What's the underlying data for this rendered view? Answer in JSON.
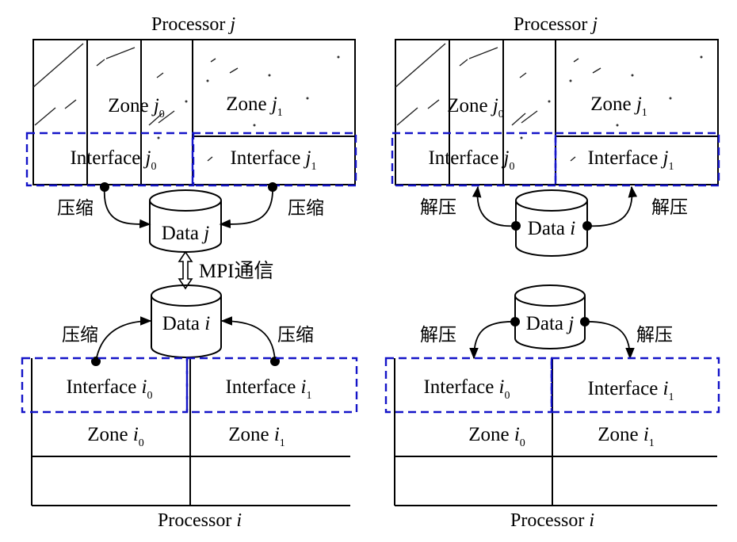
{
  "left": {
    "processor_top": {
      "name": "Processor",
      "var": "j"
    },
    "zone_j0": {
      "name": "Zone",
      "var": "j",
      "sub": "0"
    },
    "zone_j1": {
      "name": "Zone",
      "var": "j",
      "sub": "1"
    },
    "iface_j0": {
      "name": "Interface",
      "var": "j",
      "sub": "0"
    },
    "iface_j1": {
      "name": "Interface",
      "var": "j",
      "sub": "1"
    },
    "compress_labels": [
      "压缩",
      "压缩",
      "压缩",
      "压缩"
    ],
    "data_top": {
      "name": "Data",
      "var": "j"
    },
    "mpi_label": "MPI通信",
    "data_bottom": {
      "name": "Data",
      "var": "i"
    },
    "iface_i0": {
      "name": "Interface",
      "var": "i",
      "sub": "0"
    },
    "iface_i1": {
      "name": "Interface",
      "var": "i",
      "sub": "1"
    },
    "zone_i0": {
      "name": "Zone",
      "var": "i",
      "sub": "0"
    },
    "zone_i1": {
      "name": "Zone",
      "var": "i",
      "sub": "1"
    },
    "processor_bottom": {
      "name": "Processor",
      "var": "i"
    }
  },
  "right": {
    "processor_top": {
      "name": "Processor",
      "var": "j"
    },
    "zone_j0": {
      "name": "Zone",
      "var": "j",
      "sub": "0"
    },
    "zone_j1": {
      "name": "Zone",
      "var": "j",
      "sub": "1"
    },
    "iface_j0": {
      "name": "Interface",
      "var": "j",
      "sub": "0"
    },
    "iface_j1": {
      "name": "Interface",
      "var": "j",
      "sub": "1"
    },
    "decompress_labels": [
      "解压",
      "解压",
      "解压",
      "解压"
    ],
    "data_top": {
      "name": "Data",
      "var": "i"
    },
    "data_bottom": {
      "name": "Data",
      "var": "j"
    },
    "iface_i0": {
      "name": "Interface",
      "var": "i",
      "sub": "0"
    },
    "iface_i1": {
      "name": "Interface",
      "var": "i",
      "sub": "1"
    },
    "zone_i0": {
      "name": "Zone",
      "var": "i",
      "sub": "0"
    },
    "zone_i1": {
      "name": "Zone",
      "var": "i",
      "sub": "1"
    },
    "processor_bottom": {
      "name": "Processor",
      "var": "i"
    }
  }
}
